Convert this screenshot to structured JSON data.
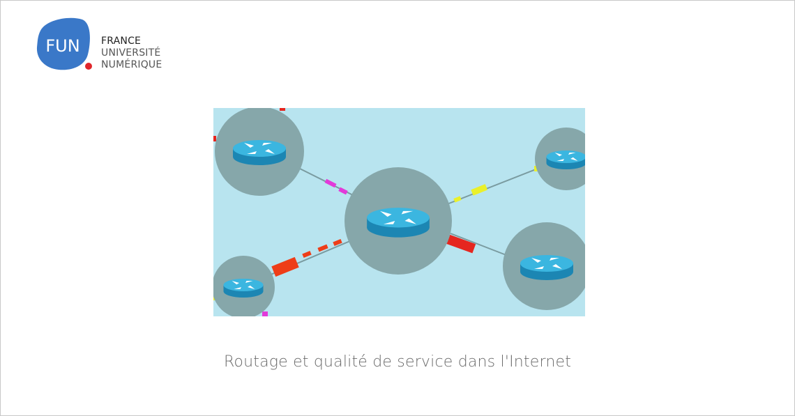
{
  "brand": {
    "badge_text": "FUN",
    "line1": "FRANCE",
    "line2": "UNIVERSITÉ",
    "line3": "NUMÉRIQUE",
    "badge_color": "#3a78c8",
    "dot_color": "#e0262b"
  },
  "course": {
    "title": "Routage et qualité de service dans l'Internet"
  },
  "illustration": {
    "background": "#b8e4ef",
    "node_color": "#86a7aa",
    "router_color": "#2ea7d4",
    "router_icon": "router-icon"
  }
}
